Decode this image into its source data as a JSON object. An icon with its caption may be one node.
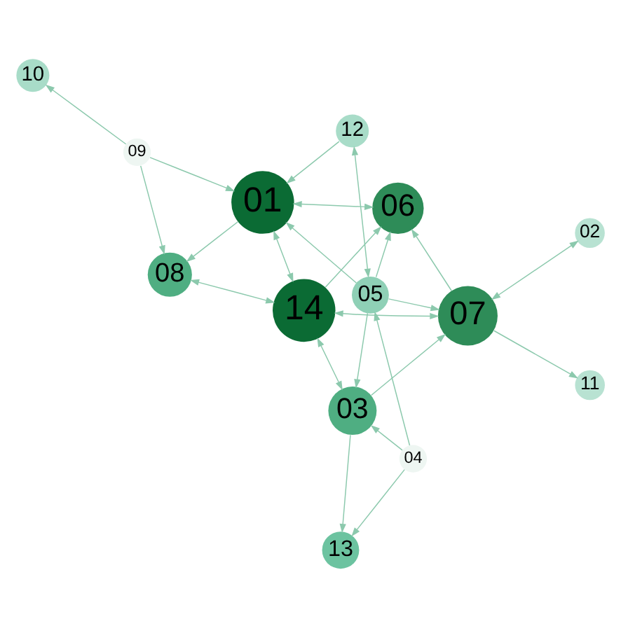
{
  "diagram": {
    "nodes": [
      {
        "text": [
          "10"
        ]
      },
      {
        "text": [
          "09"
        ]
      },
      {
        "text": [
          "08"
        ]
      },
      {
        "text": [
          "01"
        ]
      },
      {
        "text": [
          "12"
        ]
      },
      {
        "text": [
          "14"
        ]
      },
      {
        "text": [
          "06"
        ]
      },
      {
        "text": [
          "05"
        ]
      },
      {
        "text": [
          "03"
        ]
      },
      {
        "text": [
          "04"
        ]
      },
      {
        "text": [
          "07"
        ]
      },
      {
        "text": [
          "13"
        ]
      },
      {
        "text": [
          "11"
        ]
      },
      {
        "text": [
          "02"
        ]
      }
    ],
    "edges": [
      {
        "from": 1,
        "to": 0,
        "arrow": "to"
      },
      {
        "from": 1,
        "to": 2,
        "arrow": "to"
      },
      {
        "from": 1,
        "to": 3,
        "arrow": "to"
      },
      {
        "from": 3,
        "to": 2,
        "arrow": "to"
      },
      {
        "from": 4,
        "to": 3,
        "arrow": "to"
      },
      {
        "from": 4,
        "to": 7,
        "arrow": "both"
      },
      {
        "from": 5,
        "to": 2,
        "arrow": "both"
      },
      {
        "from": 5,
        "to": 3,
        "arrow": "both"
      },
      {
        "from": 6,
        "to": 3,
        "arrow": "both"
      },
      {
        "from": 7,
        "to": 3,
        "arrow": "to"
      },
      {
        "from": 7,
        "to": 6,
        "arrow": "to"
      },
      {
        "from": 5,
        "to": 6,
        "arrow": "to"
      },
      {
        "from": 8,
        "to": 5,
        "arrow": "both"
      },
      {
        "from": 10,
        "to": 5,
        "arrow": "both"
      },
      {
        "from": 10,
        "to": 6,
        "arrow": "to"
      },
      {
        "from": 7,
        "to": 8,
        "arrow": "to"
      },
      {
        "from": 7,
        "to": 10,
        "arrow": "to"
      },
      {
        "from": 8,
        "to": 10,
        "arrow": "to"
      },
      {
        "from": 9,
        "to": 8,
        "arrow": "to"
      },
      {
        "from": 9,
        "to": 11,
        "arrow": "to"
      },
      {
        "from": 9,
        "to": 7,
        "arrow": "to"
      },
      {
        "from": 8,
        "to": 11,
        "arrow": "to"
      },
      {
        "from": 10,
        "to": 12,
        "arrow": "to"
      },
      {
        "from": 10,
        "to": 13,
        "arrow": "both"
      }
    ]
  }
}
